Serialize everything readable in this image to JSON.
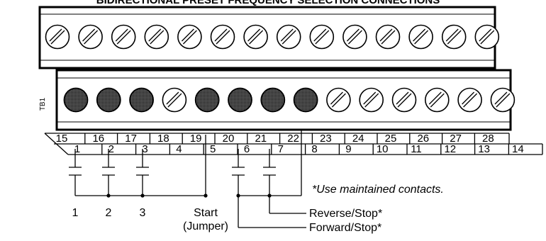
{
  "title": "BIDIRECTIONAL PRESET FREQUENCY SELECTION CONNECTIONS",
  "block_label": "TB1",
  "upper_numbers": [
    "15",
    "16",
    "17",
    "18",
    "19",
    "20",
    "21",
    "22",
    "23",
    "24",
    "25",
    "26",
    "27",
    "28"
  ],
  "lower_numbers": [
    "1",
    "2",
    "3",
    "4",
    "5",
    "6",
    "7",
    "8",
    "9",
    "10",
    "11",
    "12",
    "13",
    "14"
  ],
  "terminal_types": [
    "filled",
    "filled",
    "filled",
    "screw",
    "filled",
    "filled",
    "filled",
    "filled",
    "screw",
    "screw",
    "screw",
    "screw",
    "screw",
    "screw"
  ],
  "contact_labels": [
    "1",
    "2",
    "3"
  ],
  "start_label": "Start",
  "jumper_label": "(Jumper)",
  "reverse_label": "Reverse/Stop*",
  "forward_label": "Forward/Stop*",
  "note": "*Use maintained contacts.",
  "colors": {
    "ink": "#000000",
    "background": "#ffffff",
    "terminal_fill": "#3a3a3a"
  }
}
